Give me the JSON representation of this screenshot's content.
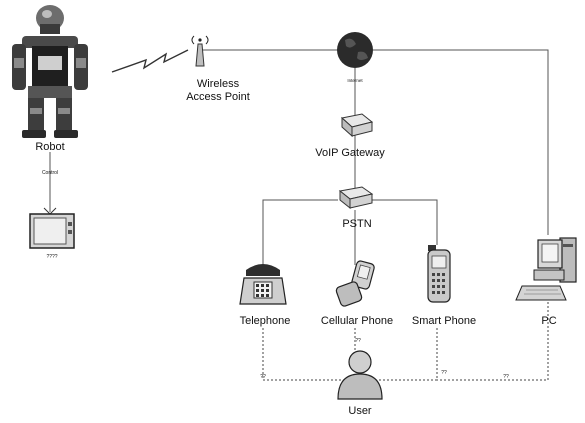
{
  "nodes": {
    "robot": "Robot",
    "control": "Control",
    "tv_caption": "????",
    "wap": "Wireless Access Point",
    "wap_line1": "Wireless",
    "wap_line2": "Access Point",
    "internet": "Internet",
    "voip": "VoIP Gateway",
    "pstn": "PSTN",
    "telephone": "Telephone",
    "cellular": "Cellular Phone",
    "smartphone": "Smart Phone",
    "pc": "PC",
    "user": "User"
  },
  "edge_labels": {
    "tel_user": "??",
    "cell_user": "??",
    "smart_user": "??",
    "pc_user": "??"
  },
  "colors": {
    "line": "#555555",
    "dotted": "#444444",
    "globe": "#2b2b2b",
    "device": "#d9d9d9"
  }
}
